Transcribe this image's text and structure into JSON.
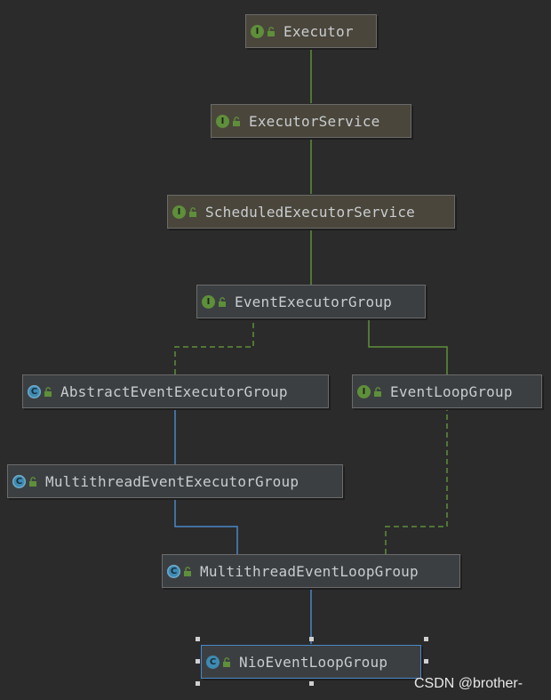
{
  "nodes": {
    "executor": {
      "label": "Executor",
      "kind": "I"
    },
    "executor_service": {
      "label": "ExecutorService",
      "kind": "I"
    },
    "scheduled_executor_service": {
      "label": "ScheduledExecutorService",
      "kind": "I"
    },
    "event_executor_group": {
      "label": "EventExecutorGroup",
      "kind": "I"
    },
    "abstract_event_executor_group": {
      "label": "AbstractEventExecutorGroup",
      "kind": "C"
    },
    "event_loop_group": {
      "label": "EventLoopGroup",
      "kind": "I"
    },
    "multithread_event_executor_group": {
      "label": "MultithreadEventExecutorGroup",
      "kind": "C"
    },
    "multithread_event_loop_group": {
      "label": "MultithreadEventLoopGroup",
      "kind": "C"
    },
    "nio_event_loop_group": {
      "label": "NioEventLoopGroup",
      "kind": "C"
    }
  },
  "colors": {
    "interface_edge": "#5e8f3a",
    "class_edge": "#4a88c7",
    "background": "#2b2b2b"
  },
  "watermark": "CSDN @brother-"
}
